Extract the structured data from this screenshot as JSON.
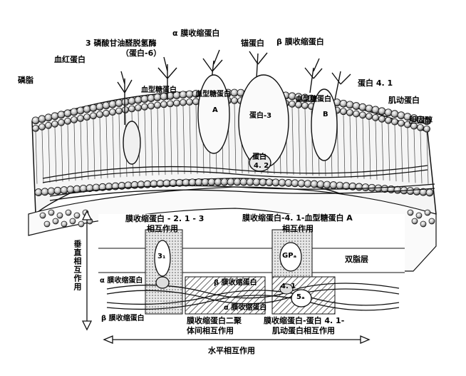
{
  "labels": {
    "lipid": "磷脂",
    "hemoglobin": "血红蛋白",
    "glyceraldehyde_line1": "3 磷酸甘油醛脱氢酶",
    "glyceraldehyde_line2": "（蛋白-6）",
    "alpha_spectrin_top": "α 膜收缩蛋白",
    "ankyrin": "锚蛋白",
    "beta_spectrin_top": "β 膜收缩蛋白",
    "glycophorin": "血型糖蛋白",
    "glycophorin_a_line1": "血型糖蛋白",
    "glycophorin_a_letter": "A",
    "band3": "蛋白-3",
    "band42_line1": "蛋白",
    "band42_line2": "4. 2",
    "glycophorin_b_line1": "血型糖蛋白",
    "glycophorin_b_letter": "B",
    "band41": "蛋白 4. 1",
    "actin": "肌动蛋白",
    "cholesterol": "胆固醇"
  },
  "inset": {
    "interaction1_line1": "膜收缩蛋白 - 2. 1 - 3",
    "interaction1_line2": "相互作用",
    "interaction2_line1": "膜收缩蛋白-4. 1-血型糖蛋白 A",
    "interaction2_line2": "相互作用",
    "bilayer": "双脂层",
    "vertical_axis": "垂直相互作用",
    "alpha_spectrin": "α 膜收缩蛋白",
    "beta_spectrin_mid": "β 膜收缩蛋白",
    "alpha_spectrin_mid": "α 膜收缩蛋白",
    "beta_spectrin_low": "β 膜收缩蛋白",
    "dimer_line1": "膜收缩蛋白二聚",
    "dimer_line2": "体间相互作用",
    "actin41_line1": "膜收缩蛋白-蛋白 4. 1-",
    "actin41_line2": "肌动蛋白相互作用",
    "horizontal_axis": "水平相互作用",
    "box_left_label": "3₁",
    "box_right_label": "GPₐ",
    "box_right_low": "5ₐ",
    "box_41": "4. 1"
  }
}
